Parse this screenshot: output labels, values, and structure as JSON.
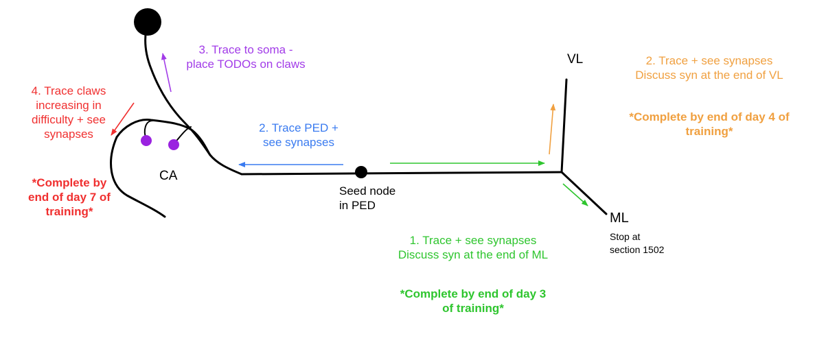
{
  "colors": {
    "green": "#2ec52e",
    "blue": "#3a7bf0",
    "orange": "#f0a040",
    "purple": "#a23ce8",
    "red": "#f03030",
    "black": "#000000",
    "claw_dot": "#9a22e0"
  },
  "labels": {
    "ca": "CA",
    "vl": "VL",
    "ml": "ML",
    "seed": [
      "Seed node",
      "in PED"
    ],
    "stop": [
      "Stop at",
      "section 1502"
    ]
  },
  "steps": {
    "step1": {
      "text": [
        "1. Trace + see synapses",
        "Discuss syn at the end of ML"
      ],
      "deadline": [
        "*Complete by end of day 3",
        "of training*"
      ]
    },
    "step2_ped": {
      "text": [
        "2. Trace PED +",
        "see synapses"
      ]
    },
    "step2_vl": {
      "text": [
        "2. Trace + see synapses",
        "Discuss syn at the end of VL"
      ],
      "deadline": [
        "*Complete by end of day 4 of",
        "training*"
      ]
    },
    "step3": {
      "text": [
        "3. Trace to soma -",
        "place TODOs on claws"
      ]
    },
    "step4": {
      "text": [
        "4. Trace claws",
        "increasing in",
        "difficulty + see",
        "synapses"
      ],
      "deadline": [
        "*Complete by",
        "end of day 7 of",
        "training*"
      ]
    }
  }
}
